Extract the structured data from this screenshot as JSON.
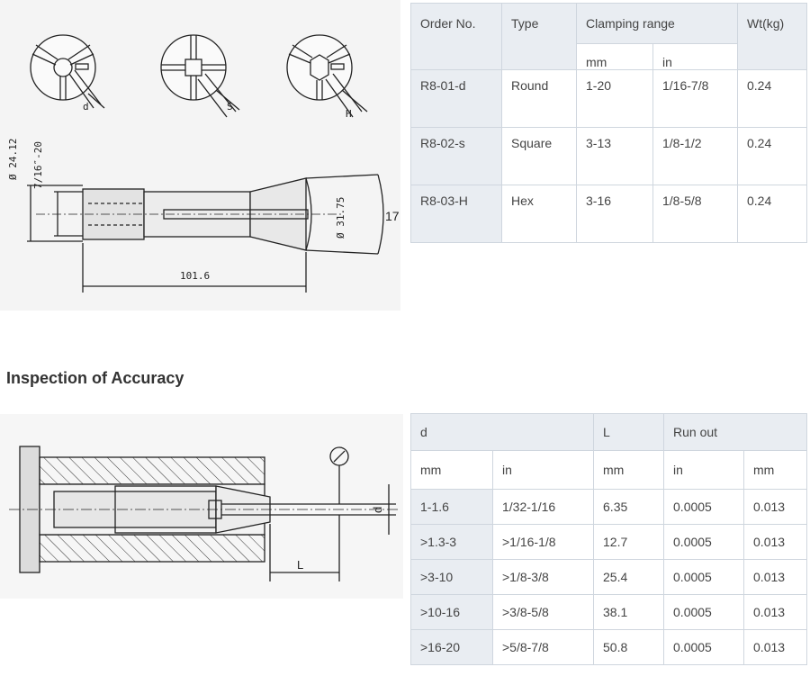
{
  "drawing_top": {
    "labels": {
      "d": "d",
      "s": "S",
      "h": "H",
      "dia1": "Ø 24.12",
      "thread": "7/16″-20",
      "dia2": "Ø 31.75",
      "length": "101.6",
      "angle": "17"
    }
  },
  "order_table": {
    "headers": {
      "order": "Order No.",
      "type": "Type",
      "clamping": "Clamping range",
      "weight": "Wt(kg)",
      "mm": "mm",
      "in": "in"
    },
    "rows": [
      {
        "order": "R8-01-d",
        "type": "Round",
        "mm": "1-20",
        "in": "1/16-7/8",
        "wt": "0.24"
      },
      {
        "order": "R8-02-s",
        "type": "Square",
        "mm": "3-13",
        "in": "1/8-1/2",
        "wt": "0.24"
      },
      {
        "order": "R8-03-H",
        "type": "Hex",
        "mm": "3-16",
        "in": "1/8-5/8",
        "wt": "0.24"
      }
    ]
  },
  "section_title": "Inspection of Accuracy",
  "drawing_bottom": {
    "labels": {
      "d": "d",
      "l": "L"
    }
  },
  "accuracy_table": {
    "headers": {
      "d": "d",
      "l": "L",
      "runout": "Run out",
      "mm": "mm",
      "in": "in",
      "l_mm": "mm",
      "ro_in": "in",
      "ro_mm": "mm"
    },
    "rows": [
      {
        "d_mm": "1-1.6",
        "d_in": "1/32-1/16",
        "l": "6.35",
        "ro_in": "0.0005",
        "ro_mm": "0.013"
      },
      {
        "d_mm": ">1.3-3",
        "d_in": ">1/16-1/8",
        "l": "12.7",
        "ro_in": "0.0005",
        "ro_mm": "0.013"
      },
      {
        "d_mm": ">3-10",
        "d_in": ">1/8-3/8",
        "l": "25.4",
        "ro_in": "0.0005",
        "ro_mm": "0.013"
      },
      {
        "d_mm": ">10-16",
        "d_in": ">3/8-5/8",
        "l": "38.1",
        "ro_in": "0.0005",
        "ro_mm": "0.013"
      },
      {
        "d_mm": ">16-20",
        "d_in": ">5/8-7/8",
        "l": "50.8",
        "ro_in": "0.0005",
        "ro_mm": "0.013"
      }
    ]
  }
}
